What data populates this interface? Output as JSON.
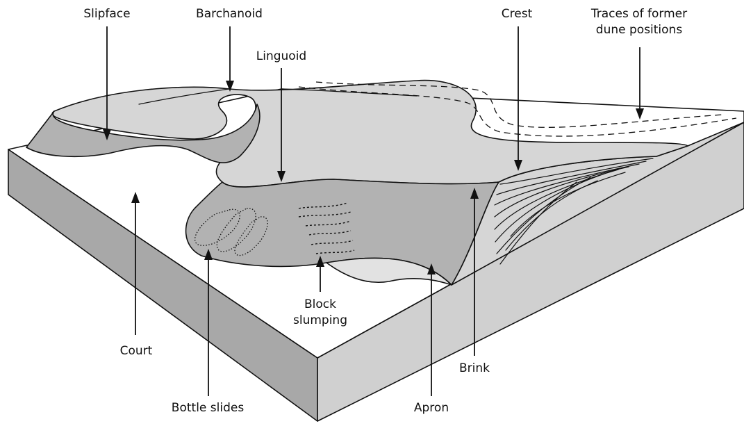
{
  "labels": {
    "slipface": "Slipface",
    "barchanoid": "Barchanoid",
    "linguoid": "Linguoid",
    "crest": "Crest",
    "traces_line1": "Traces of former",
    "traces_line2": "dune positions",
    "court": "Court",
    "bottle_slides": "Bottle slides",
    "block_line1": "Block",
    "block_line2": "slumping",
    "apron": "Apron",
    "brink": "Brink"
  },
  "colors": {
    "dune_surface": "#d6d6d6",
    "slipface_shade": "#b2b2b2",
    "block_front": "#a8a8a8",
    "block_side": "#d0d0d0",
    "top_surface": "#ffffff",
    "ink": "#111111"
  }
}
